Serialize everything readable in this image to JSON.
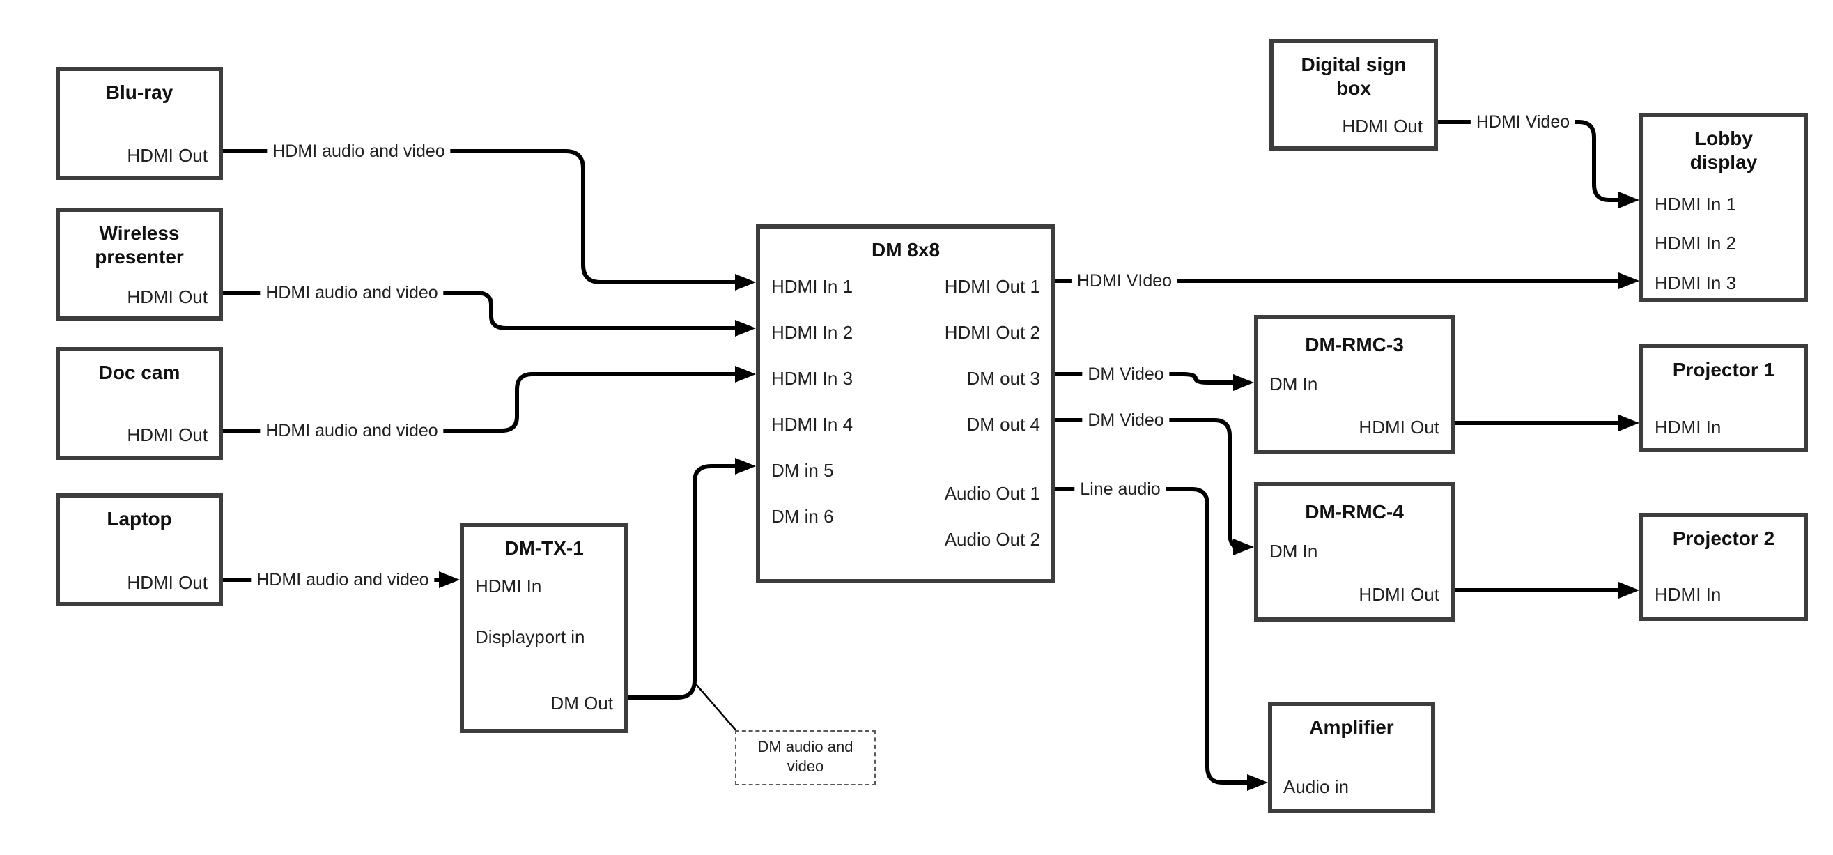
{
  "nodes": {
    "bluray": {
      "title": "Blu-ray",
      "ports": [
        "HDMI Out"
      ]
    },
    "wireless": {
      "title": "Wireless\npresenter",
      "ports": [
        "HDMI Out"
      ]
    },
    "doccam": {
      "title": "Doc cam",
      "ports": [
        "HDMI Out"
      ]
    },
    "laptop": {
      "title": "Laptop",
      "ports": [
        "HDMI Out"
      ]
    },
    "dmtx1": {
      "title": "DM-TX-1",
      "ports": [
        "HDMI In",
        "Displayport in",
        "DM Out"
      ]
    },
    "dm8x8": {
      "title": "DM 8x8",
      "inputs": [
        "HDMI In 1",
        "HDMI In 2",
        "HDMI In 3",
        "HDMI In 4",
        "DM in 5",
        "DM in 6"
      ],
      "outputs": [
        "HDMI Out 1",
        "HDMI Out 2",
        "DM out 3",
        "DM out 4",
        "Audio Out 1",
        "Audio Out 2"
      ]
    },
    "digitalsign": {
      "title": "Digital sign\nbox",
      "ports": [
        "HDMI Out"
      ]
    },
    "lobby": {
      "title": "Lobby\ndisplay",
      "ports": [
        "HDMI In 1",
        "HDMI In 2",
        "HDMI In 3"
      ]
    },
    "dmrmc3": {
      "title": "DM-RMC-3",
      "ports": [
        "DM In",
        "HDMI Out"
      ]
    },
    "proj1": {
      "title": "Projector 1",
      "ports": [
        "HDMI In"
      ]
    },
    "dmrmc4": {
      "title": "DM-RMC-4",
      "ports": [
        "DM In",
        "HDMI Out"
      ]
    },
    "proj2": {
      "title": "Projector 2",
      "ports": [
        "HDMI In"
      ]
    },
    "amp": {
      "title": "Amplifier",
      "ports": [
        "Audio in"
      ]
    }
  },
  "edges": [
    {
      "from": "Blu-ray HDMI Out",
      "to": "DM 8x8 HDMI In 1",
      "label": "HDMI audio and video"
    },
    {
      "from": "Wireless presenter HDMI Out",
      "to": "DM 8x8 HDMI In 2",
      "label": "HDMI audio and video"
    },
    {
      "from": "Doc cam HDMI Out",
      "to": "DM 8x8 HDMI In 3",
      "label": "HDMI audio and video"
    },
    {
      "from": "Laptop HDMI Out",
      "to": "DM-TX-1 HDMI In",
      "label": "HDMI audio and video"
    },
    {
      "from": "DM-TX-1 DM Out",
      "to": "DM 8x8 DM in 5",
      "label": ""
    },
    {
      "from": "DM 8x8 HDMI Out 1",
      "to": "Lobby display HDMI In 3",
      "label": "HDMI VIdeo"
    },
    {
      "from": "Digital sign box HDMI Out",
      "to": "Lobby display HDMI In 1",
      "label": "HDMI Video"
    },
    {
      "from": "DM 8x8 DM out 3",
      "to": "DM-RMC-3 DM In",
      "label": "DM Video"
    },
    {
      "from": "DM 8x8 DM out 4",
      "to": "DM-RMC-4 DM In",
      "label": "DM Video"
    },
    {
      "from": "DM 8x8 Audio Out 1",
      "to": "Amplifier Audio in",
      "label": "Line audio"
    },
    {
      "from": "DM-RMC-3 HDMI Out",
      "to": "Projector 1 HDMI In",
      "label": ""
    },
    {
      "from": "DM-RMC-4 HDMI Out",
      "to": "Projector 2 HDMI In",
      "label": ""
    }
  ],
  "note": {
    "text": "DM audio and\nvideo"
  }
}
